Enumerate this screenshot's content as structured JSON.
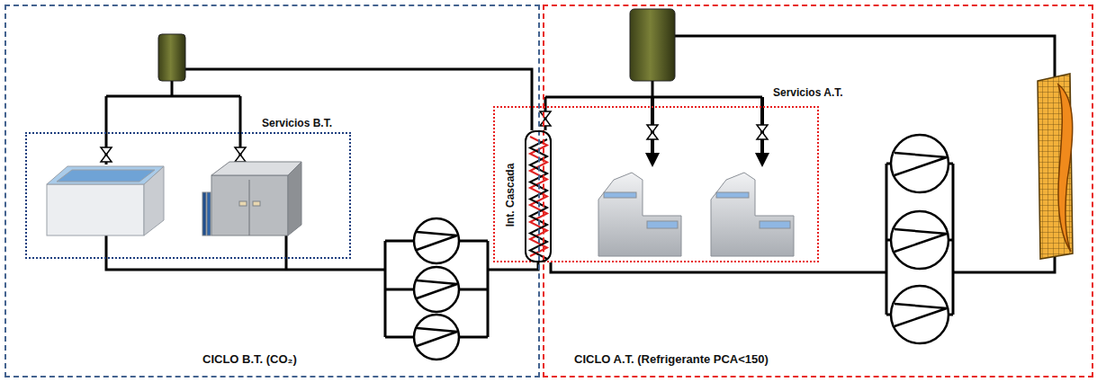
{
  "diagram": {
    "nodes": [
      {
        "text": [
          "CICLO B.T. (CO₂)"
        ]
      },
      {
        "text": [
          "Servicios B.T."
        ],
        "in": 0
      },
      {
        "text": [
          "CICLO A.T. (Refrigerante PCA<150)"
        ]
      },
      {
        "text": [
          "Servicios A.T."
        ]
      },
      {
        "text": [
          "Int. Cascada"
        ],
        "in": 3
      }
    ]
  }
}
